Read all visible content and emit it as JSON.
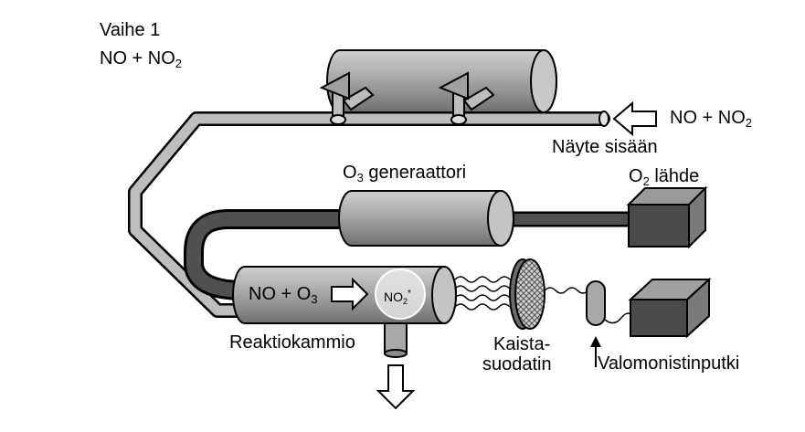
{
  "title": {
    "stage": "Vaihe 1",
    "species_main": "NO + NO",
    "species_sub": "2"
  },
  "labels": {
    "sample_in": "Näyte sisään",
    "sample_gas_main": "NO + NO",
    "sample_gas_sub": "2",
    "o3_generator_o": "O",
    "o3_generator_sub": "3",
    "o3_generator_rest": " generaattori",
    "o2_source_o": "O",
    "o2_source_sub": "2",
    "o2_source_rest": " lähde",
    "reaction_main": "NO + O",
    "reaction_sub": "3",
    "excited_main": "NO",
    "excited_sub": "2",
    "excited_sup": "*",
    "reaction_chamber": "Reaktiokammio",
    "bandpass_filter_1": "Kaista-",
    "bandpass_filter_2": "suodatin",
    "photomultiplier": "Valomonistinputki"
  },
  "colors": {
    "tube_gray": "#b4b4b4",
    "dark_gray": "#555555",
    "body_gray": "#9a9a9a"
  }
}
